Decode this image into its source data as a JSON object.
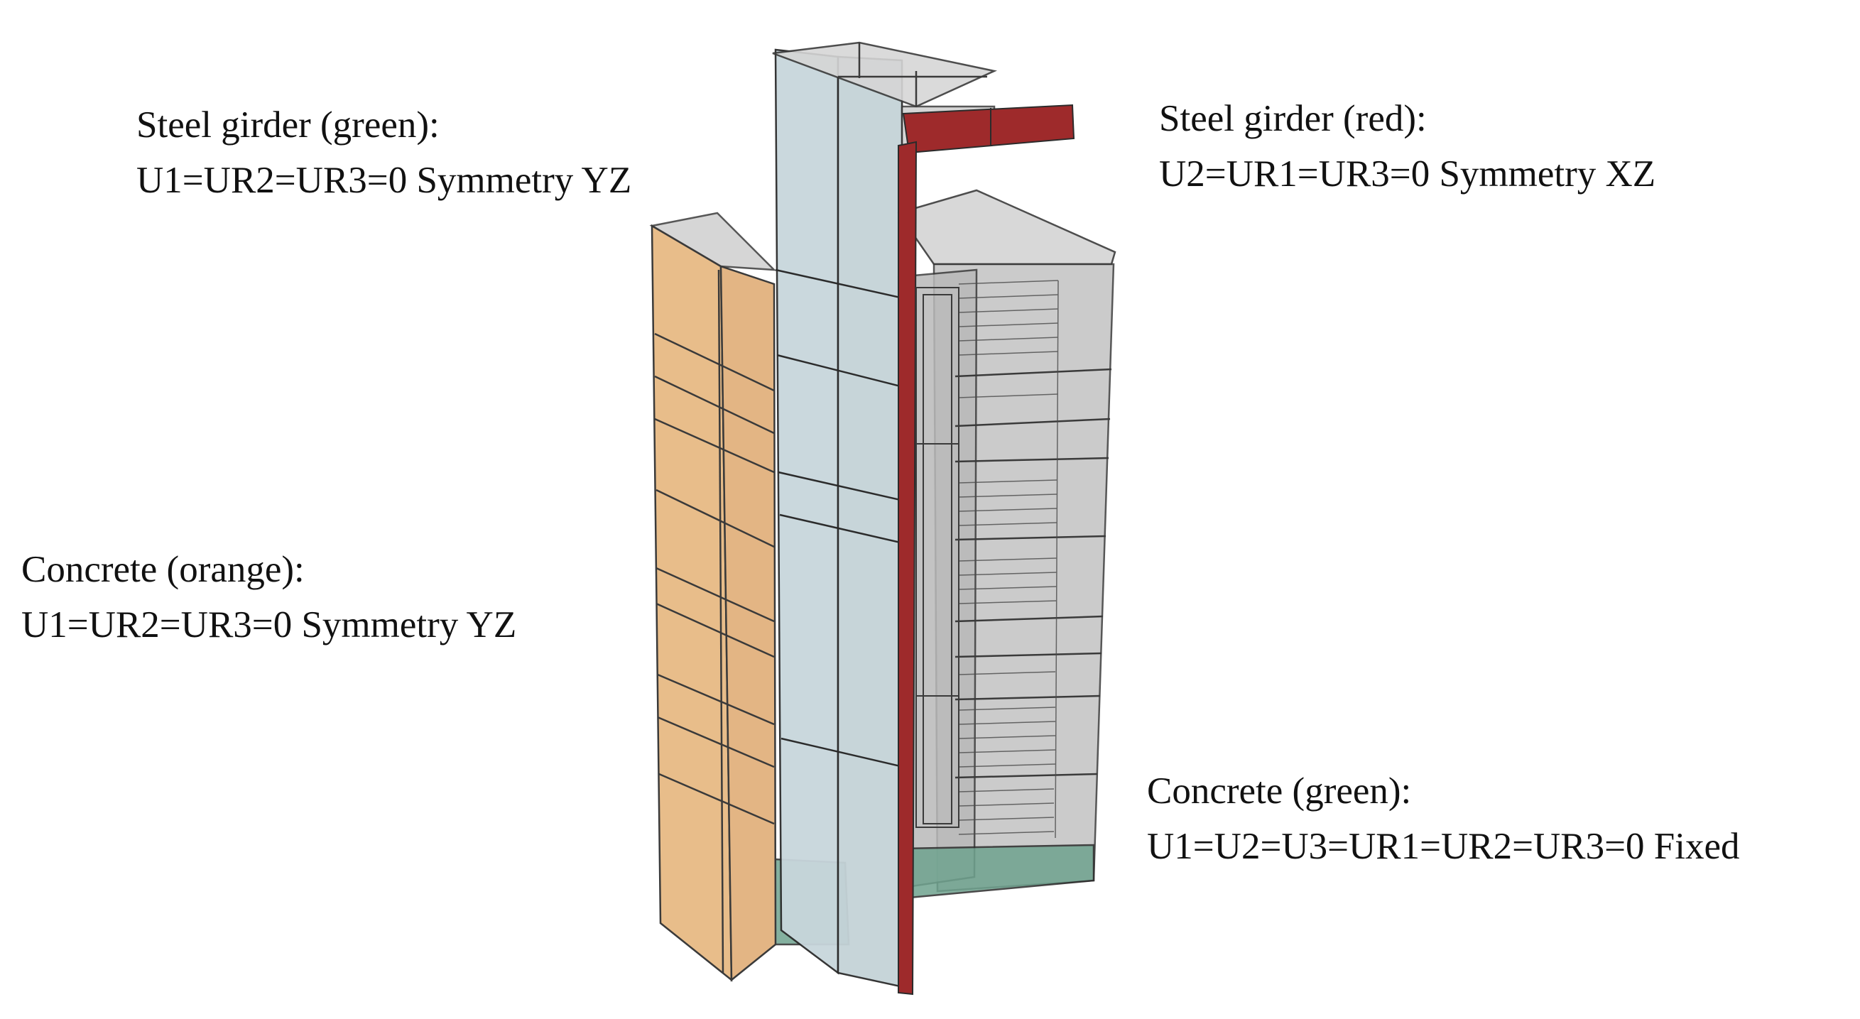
{
  "annotations": {
    "steel_green": {
      "title": "Steel girder (green):",
      "condition": "U1=UR2=UR3=0 Symmetry YZ"
    },
    "steel_red": {
      "title": "Steel girder (red):",
      "condition": "U2=UR1=UR3=0 Symmetry XZ"
    },
    "concrete_orange": {
      "title": "Concrete (orange):",
      "condition": "U1=UR2=UR3=0 Symmetry YZ"
    },
    "concrete_green": {
      "title": "Concrete (green):",
      "condition": "U1=U2=U3=UR1=UR2=UR3=0 Fixed"
    }
  },
  "colors": {
    "concrete_orange": "#e8bd8a",
    "steel_red": "#9e2a2b",
    "fixed_base_green": "#6fa38f",
    "steel_web": "#c5d3d8",
    "concrete_grey": "#c4c4c4",
    "edge": "#2b2b2b"
  }
}
